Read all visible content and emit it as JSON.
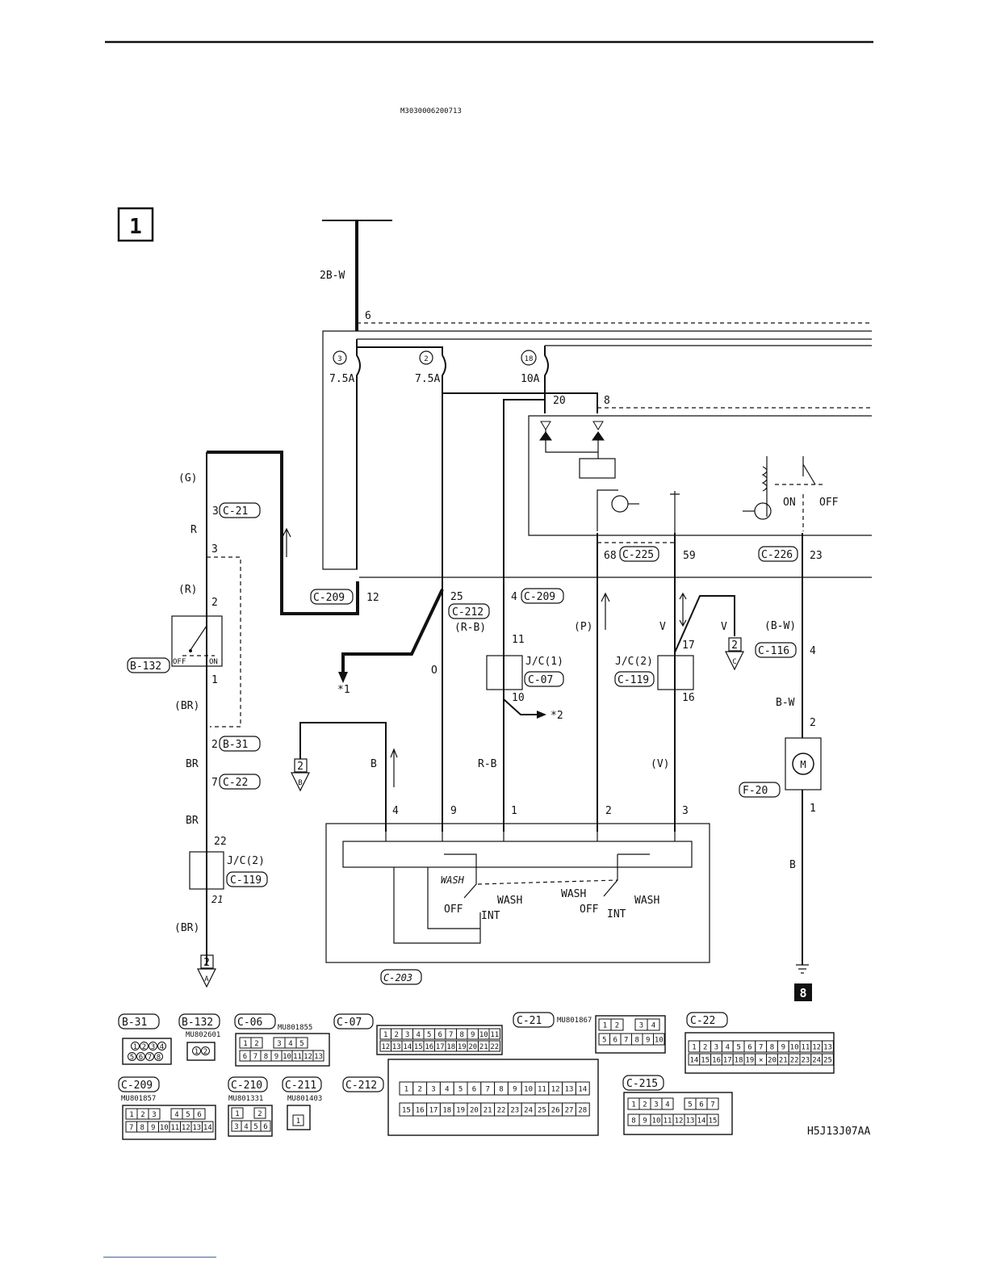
{
  "header": {
    "doc_code": "M3030006200713"
  },
  "figure": {
    "page_marker": "1",
    "figure_code": "H5J13J07AA",
    "ground_badge": "8"
  },
  "wires": {
    "main": "2B-W",
    "g": "(G)",
    "r": "R",
    "r_paren": "(R)",
    "br_paren": "(BR)",
    "br": "BR",
    "br2": "BR",
    "br_paren2": "(BR)",
    "o": "O",
    "rb_paren": "(R-B)",
    "rb": "R-B",
    "b": "B",
    "p_paren": "(P)",
    "v": "V",
    "v2": "V",
    "v_paren": "(V)",
    "bw_paren": "(B-W)",
    "bw": "B-W",
    "b2": "B"
  },
  "fuses": [
    {
      "num": "3",
      "rating": "7.5A"
    },
    {
      "num": "2",
      "rating": "7.5A"
    },
    {
      "num": "18",
      "rating": "10A"
    }
  ],
  "connectors": {
    "c21": "C-21",
    "b132": "B-132",
    "b31": "B-31",
    "c22": "C-22",
    "c119a": "C-119",
    "c209a": "C-209",
    "c212": "C-212",
    "c209b": "C-209",
    "c07": "C-07",
    "c119b": "C-119",
    "c225": "C-225",
    "c226": "C-226",
    "c116": "C-116",
    "f20": "F-20",
    "c203": "C-203"
  },
  "pins": {
    "p6": "6",
    "p20": "20",
    "p8": "8",
    "p3a": "3",
    "p3b": "3",
    "p2a": "2",
    "p1a": "1",
    "p2b": "2",
    "p7": "7",
    "p22": "22",
    "p21": "21",
    "p12": "12",
    "p25": "25",
    "p4a": "4",
    "p11": "11",
    "p10": "10",
    "p68": "68",
    "p59": "59",
    "p23": "23",
    "p17": "17",
    "p16": "16",
    "p4b": "4",
    "p2c": "2",
    "p1b": "1",
    "sw4": "4",
    "sw9": "9",
    "sw1": "1",
    "sw2": "2",
    "sw3": "3"
  },
  "labels": {
    "jc1": "J/C(1)",
    "jc2a": "J/C(2)",
    "jc2b": "J/C(2)",
    "off": "OFF",
    "on": "ON",
    "relay_on": "ON",
    "relay_off": "OFF",
    "wash_a": "WASH",
    "off_a": "OFF",
    "int_a": "INT",
    "wash_a2": "WASH",
    "wash_b": "WASH",
    "off_b": "OFF",
    "int_b": "INT",
    "wash_b2": "WASH",
    "star1": "*1",
    "star2": "*2",
    "ref2a": "2",
    "refA": "A",
    "ref2b": "2",
    "refB": "B",
    "ref2c": "2",
    "refC": "C"
  },
  "connector_views": [
    {
      "name": "B-31",
      "part": ""
    },
    {
      "name": "B-132",
      "part": "MU802601"
    },
    {
      "name": "C-06",
      "part": "MU801855"
    },
    {
      "name": "C-07",
      "part": ""
    },
    {
      "name": "C-21",
      "part": "MU801867"
    },
    {
      "name": "C-22",
      "part": ""
    },
    {
      "name": "C-209",
      "part": "MU801857"
    },
    {
      "name": "C-210",
      "part": "MU801331"
    },
    {
      "name": "C-211",
      "part": "MU801403"
    },
    {
      "name": "C-212",
      "part": ""
    },
    {
      "name": "C-215",
      "part": ""
    }
  ],
  "connector_pins": {
    "b31_top": [
      "1",
      "2",
      "3",
      "4"
    ],
    "b31_bot": [
      "5",
      "6",
      "7",
      "8"
    ],
    "b132": [
      "1",
      "2"
    ],
    "c06_top": [
      "1",
      "2",
      "",
      "3",
      "4",
      "5"
    ],
    "c06_bot": [
      "6",
      "7",
      "8",
      "9",
      "10",
      "11",
      "12",
      "13"
    ],
    "c07_top": [
      "1",
      "2",
      "3",
      "4",
      "5",
      "6",
      "7",
      "8",
      "9",
      "10",
      "11"
    ],
    "c07_bot": [
      "12",
      "13",
      "14",
      "15",
      "16",
      "17",
      "18",
      "19",
      "20",
      "21",
      "22"
    ],
    "c21_top": [
      "1",
      "2",
      "",
      "3",
      "4"
    ],
    "c21_bot": [
      "5",
      "6",
      "7",
      "8",
      "9",
      "10"
    ],
    "c22_top": [
      "1",
      "2",
      "3",
      "4",
      "5",
      "6",
      "7",
      "8",
      "9",
      "10",
      "11",
      "12",
      "13"
    ],
    "c22_bot": [
      "14",
      "15",
      "16",
      "17",
      "18",
      "19",
      "×",
      "20",
      "21",
      "22",
      "23",
      "24",
      "25"
    ],
    "c209_top": [
      "1",
      "2",
      "3",
      "",
      "4",
      "5",
      "6"
    ],
    "c209_bot": [
      "7",
      "8",
      "9",
      "10",
      "11",
      "12",
      "13",
      "14"
    ],
    "c210_top": [
      "1",
      "",
      "2"
    ],
    "c210_bot": [
      "3",
      "4",
      "5",
      "6"
    ],
    "c211": [
      "1"
    ],
    "c212_top": [
      "1",
      "2",
      "3",
      "4",
      "5",
      "6",
      "7",
      "8",
      "9",
      "10",
      "11",
      "12",
      "13",
      "14"
    ],
    "c212_bot": [
      "15",
      "16",
      "17",
      "18",
      "19",
      "20",
      "21",
      "22",
      "23",
      "24",
      "25",
      "26",
      "27",
      "28"
    ],
    "c215_top": [
      "1",
      "2",
      "3",
      "4",
      "",
      "5",
      "6",
      "7"
    ],
    "c215_bot": [
      "8",
      "9",
      "10",
      "11",
      "12",
      "13",
      "14",
      "15"
    ]
  }
}
